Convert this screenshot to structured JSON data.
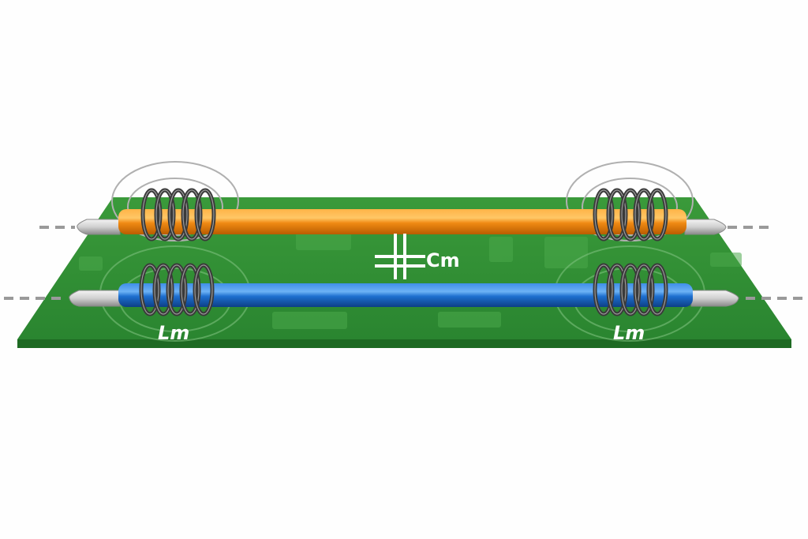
{
  "labels": {
    "mutual_capacitance": "Cm",
    "mutual_inductance_left": "Lm",
    "mutual_inductance_right": "Lm"
  },
  "colors": {
    "board": "#2f8a2f",
    "board_edge": "#1e6a23",
    "aggressor_trace": "#f08a14",
    "victim_trace": "#1e6fcf",
    "coil": "#3a3a3a",
    "field_lines": "#b0b0b0",
    "pin": "#d8d8d8"
  },
  "components": {
    "traces": [
      "aggressor-trace-orange",
      "victim-trace-blue"
    ],
    "coils_per_trace": 2,
    "turns_per_coil": 5
  }
}
